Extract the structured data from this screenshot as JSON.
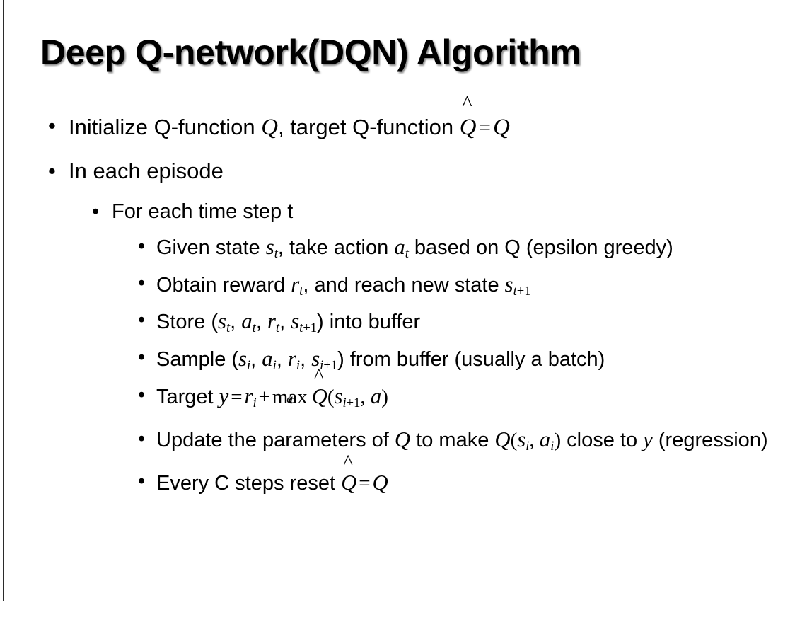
{
  "slide": {
    "title": "Deep Q-network(DQN) Algorithm",
    "background_color": "#ffffff",
    "text_color": "#000000",
    "edge_rule_color": "#2b2b2b"
  },
  "bullets": {
    "b1": {
      "pre": "Initialize Q-function ",
      "var_q1": "Q",
      "mid": ", target Q-function ",
      "hat_base": "Q",
      "hat_mark": "^",
      "eq": "=",
      "var_q2": "Q"
    },
    "b2": {
      "text": "In each episode"
    },
    "b3": {
      "text": "For each time step t"
    },
    "b4": {
      "pre": "Given state ",
      "s": "s",
      "s_sub": "t",
      "mid": ", take action ",
      "a": "a",
      "a_sub": "t",
      "post": " based on Q (epsilon greedy)"
    },
    "b5": {
      "pre": "Obtain reward ",
      "r": "r",
      "r_sub": "t",
      "mid": ", and reach new state ",
      "s": "s",
      "s_sub_t": "t",
      "s_sub_plus": "+1"
    },
    "b6": {
      "pre": "Store (",
      "s": "s",
      "s_sub": "t",
      "c1": ", ",
      "a": "a",
      "a_sub": "t",
      "c2": ", ",
      "r": "r",
      "r_sub": "t",
      "c3": ", ",
      "s2": "s",
      "s2_sub_t": "t",
      "s2_sub_plus": "+1",
      "post": ") into buffer"
    },
    "b7": {
      "pre": "Sample (",
      "s": "s",
      "s_sub": "i",
      "c1": ", ",
      "a": "a",
      "a_sub": "i",
      "c2": ", ",
      "r": "r",
      "r_sub": "i",
      "c3": ", ",
      "s2": "s",
      "s2_sub_i": "i",
      "s2_sub_plus": "+1",
      "post": ") from buffer (usually a batch)"
    },
    "b8": {
      "pre": "Target ",
      "y": "y",
      "eq": "=",
      "r": "r",
      "r_sub": "i",
      "plus": "+",
      "max": "max",
      "max_under": "a",
      "hat_base": "Q",
      "hat_mark": "^",
      "open": "(",
      "s": "s",
      "s_sub_i": "i",
      "s_sub_plus": "+1",
      "comma": ", ",
      "a": "a",
      "close": ")"
    },
    "b9": {
      "pre": "Update the parameters of ",
      "q1": "Q",
      "mid": " to make ",
      "q2": "Q",
      "open": "(",
      "s": "s",
      "s_sub": "i",
      "comma": ", ",
      "a": "a",
      "a_sub": "i",
      "close": ")",
      "post": " close to ",
      "y": "y",
      "tail": " (regression)"
    },
    "b10": {
      "pre": "Every C steps reset ",
      "hat_base": "Q",
      "hat_mark": "^",
      "eq": "=",
      "q": "Q"
    }
  }
}
